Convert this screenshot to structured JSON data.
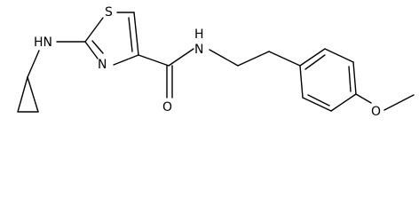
{
  "atoms": {
    "s1": "S",
    "n_thiazole": "N",
    "nh_cyclopropyl": "HN",
    "nh_amide": "H",
    "n_amide": "N",
    "o_carbonyl": "O",
    "o_methoxy": "O"
  },
  "colors": {
    "bond": "#000000",
    "label": "#000000",
    "background": "#ffffff"
  }
}
